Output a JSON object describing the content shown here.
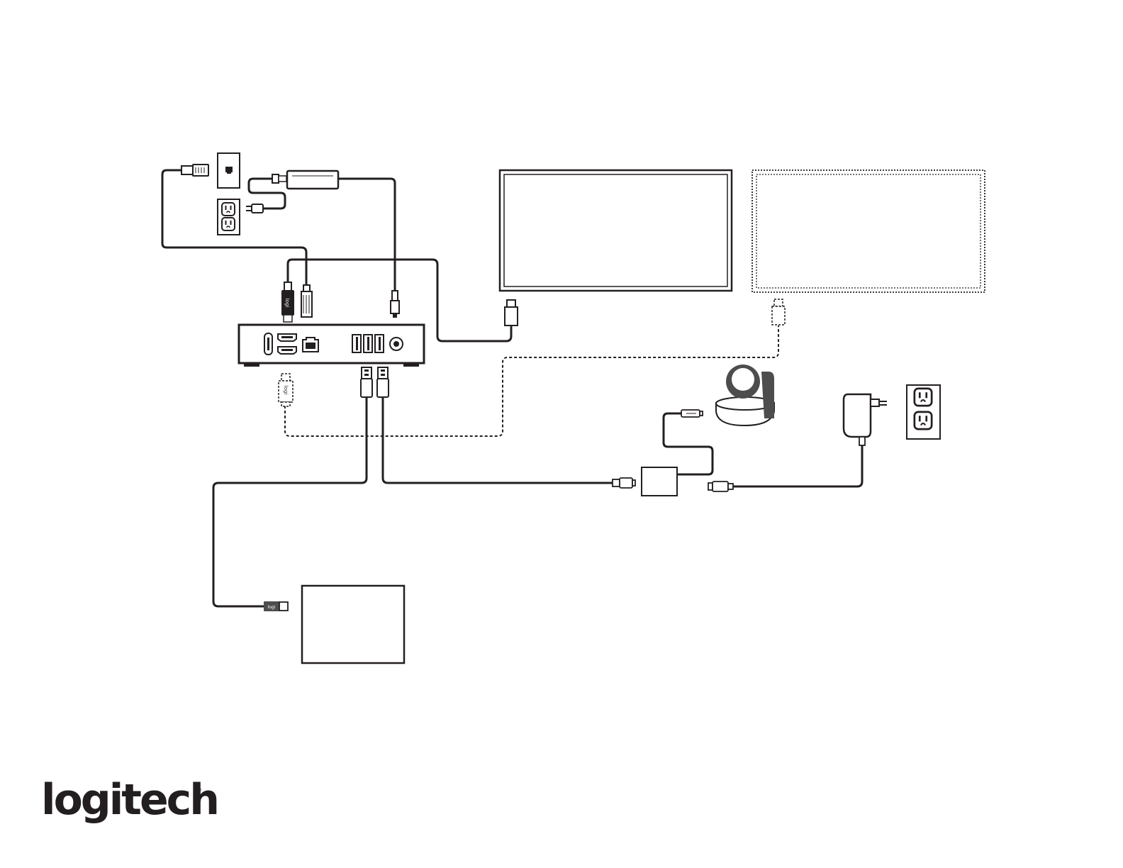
{
  "brand": {
    "logo_text": "logitech",
    "registered_mark": "®",
    "color": "#231f20"
  },
  "colors": {
    "line": "#231f20",
    "camera_fill": "#4d4d4d",
    "background": "#ffffff"
  },
  "diagram": {
    "devices": [
      {
        "id": "compute-hub",
        "optional": false
      },
      {
        "id": "primary-display",
        "optional": false
      },
      {
        "id": "secondary-display",
        "optional": true
      },
      {
        "id": "ptz-camera",
        "optional": false
      },
      {
        "id": "camera-adapter-box",
        "optional": false
      },
      {
        "id": "touch-controller",
        "optional": false
      },
      {
        "id": "network-wall-jack",
        "optional": false
      },
      {
        "id": "hub-power-outlet",
        "optional": false
      },
      {
        "id": "hub-power-brick",
        "optional": false
      },
      {
        "id": "camera-power-outlet",
        "optional": false
      },
      {
        "id": "camera-power-adapter",
        "optional": false
      }
    ],
    "connections": [
      {
        "from": "network-wall-jack",
        "to": "compute-hub",
        "type": "ethernet",
        "optional": false
      },
      {
        "from": "hub-power-brick",
        "to": "compute-hub",
        "type": "dc-power",
        "optional": false
      },
      {
        "from": "compute-hub",
        "to": "primary-display",
        "type": "hdmi",
        "optional": false
      },
      {
        "from": "compute-hub",
        "to": "secondary-display",
        "type": "hdmi",
        "optional": true
      },
      {
        "from": "compute-hub",
        "to": "touch-controller",
        "type": "usb",
        "optional": false
      },
      {
        "from": "compute-hub",
        "to": "camera-adapter-box",
        "type": "usb",
        "optional": false
      },
      {
        "from": "camera-adapter-box",
        "to": "ptz-camera",
        "type": "camera-cable",
        "optional": false
      },
      {
        "from": "camera-power-adapter",
        "to": "camera-adapter-box",
        "type": "dc-power",
        "optional": false
      }
    ]
  }
}
